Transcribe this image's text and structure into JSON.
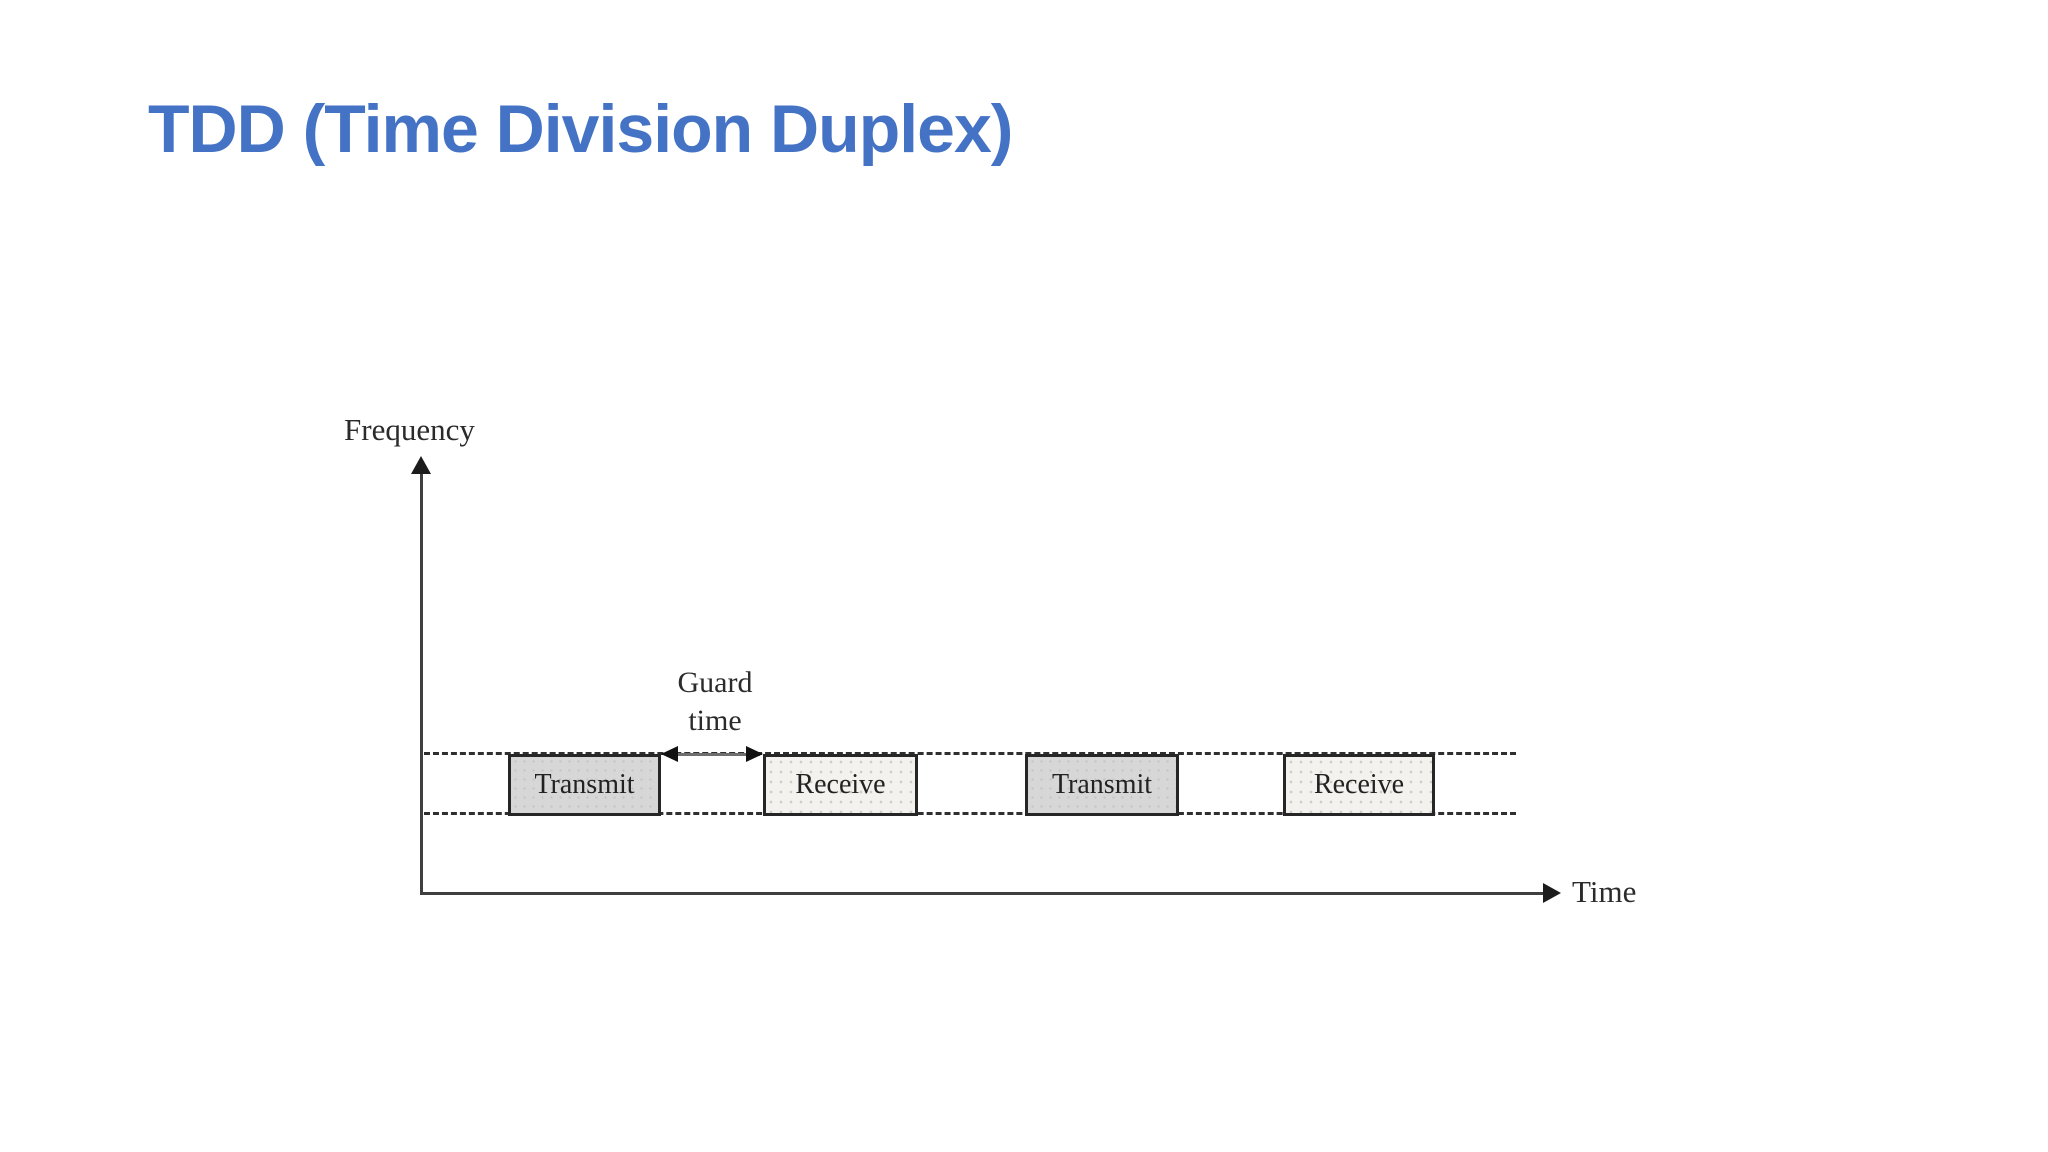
{
  "slide": {
    "title": "TDD (Time Division Duplex)",
    "title_color": "#4472c4"
  },
  "diagram": {
    "y_axis_label": "Frequency",
    "x_axis_label": "Time",
    "guard_label": {
      "line1": "Guard",
      "line2": "time"
    },
    "slots": [
      {
        "label": "Transmit",
        "type": "transmit"
      },
      {
        "label": "Receive",
        "type": "receive"
      },
      {
        "label": "Transmit",
        "type": "transmit"
      },
      {
        "label": "Receive",
        "type": "receive"
      }
    ],
    "colors": {
      "axis_line": "#3f3f3f",
      "dashed_line": "#2f2f2f",
      "box_border": "#262626",
      "transmit_fill": "#d7d7d7",
      "receive_fill": "#f4f2ee",
      "label_text": "#2b2b2b"
    }
  }
}
